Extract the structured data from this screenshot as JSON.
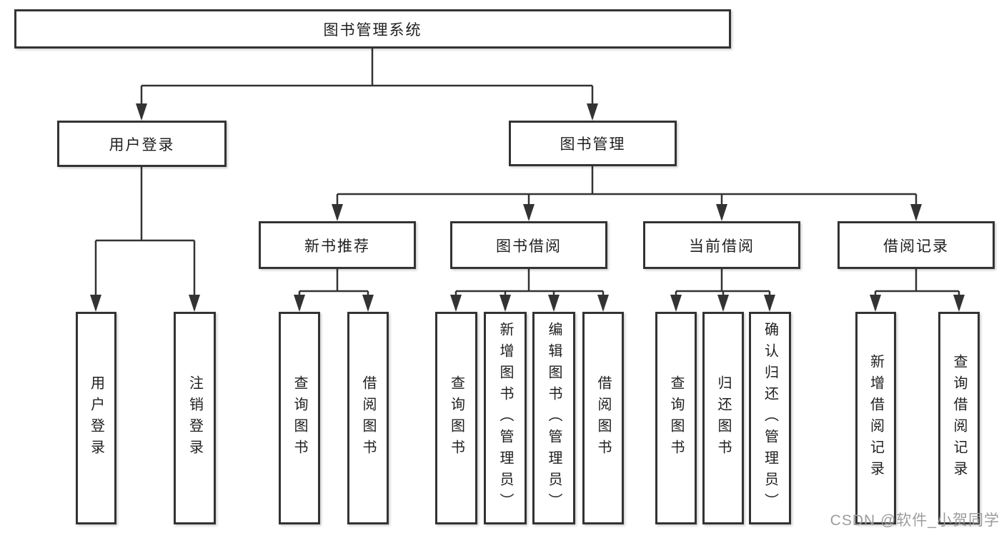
{
  "tree": {
    "root": "图书管理系统",
    "level2": [
      {
        "label": "用户登录",
        "children": [
          {
            "label": "用户登录"
          },
          {
            "label": "注销登录"
          }
        ]
      },
      {
        "label": "图书管理",
        "children": [
          {
            "label": "新书推荐",
            "children": [
              {
                "label": "查询图书"
              },
              {
                "label": "借阅图书"
              }
            ]
          },
          {
            "label": "图书借阅",
            "children": [
              {
                "label": "查询图书"
              },
              {
                "label": "新增图书（管理员）"
              },
              {
                "label": "编辑图书（管理员）"
              },
              {
                "label": "借阅图书"
              }
            ]
          },
          {
            "label": "当前借阅",
            "children": [
              {
                "label": "查询图书"
              },
              {
                "label": "归还图书"
              },
              {
                "label": "确认归还（管理员）"
              }
            ]
          },
          {
            "label": "借阅记录",
            "children": [
              {
                "label": "新增借阅记录"
              },
              {
                "label": "查询借阅记录"
              }
            ]
          }
        ]
      }
    ]
  },
  "watermark": {
    "text": "CSDN @软件_小贺同学",
    "color": "#9c9c9c"
  },
  "colors": {
    "line": "#333333",
    "text": "#1f1f1f",
    "background": "#ffffff"
  }
}
